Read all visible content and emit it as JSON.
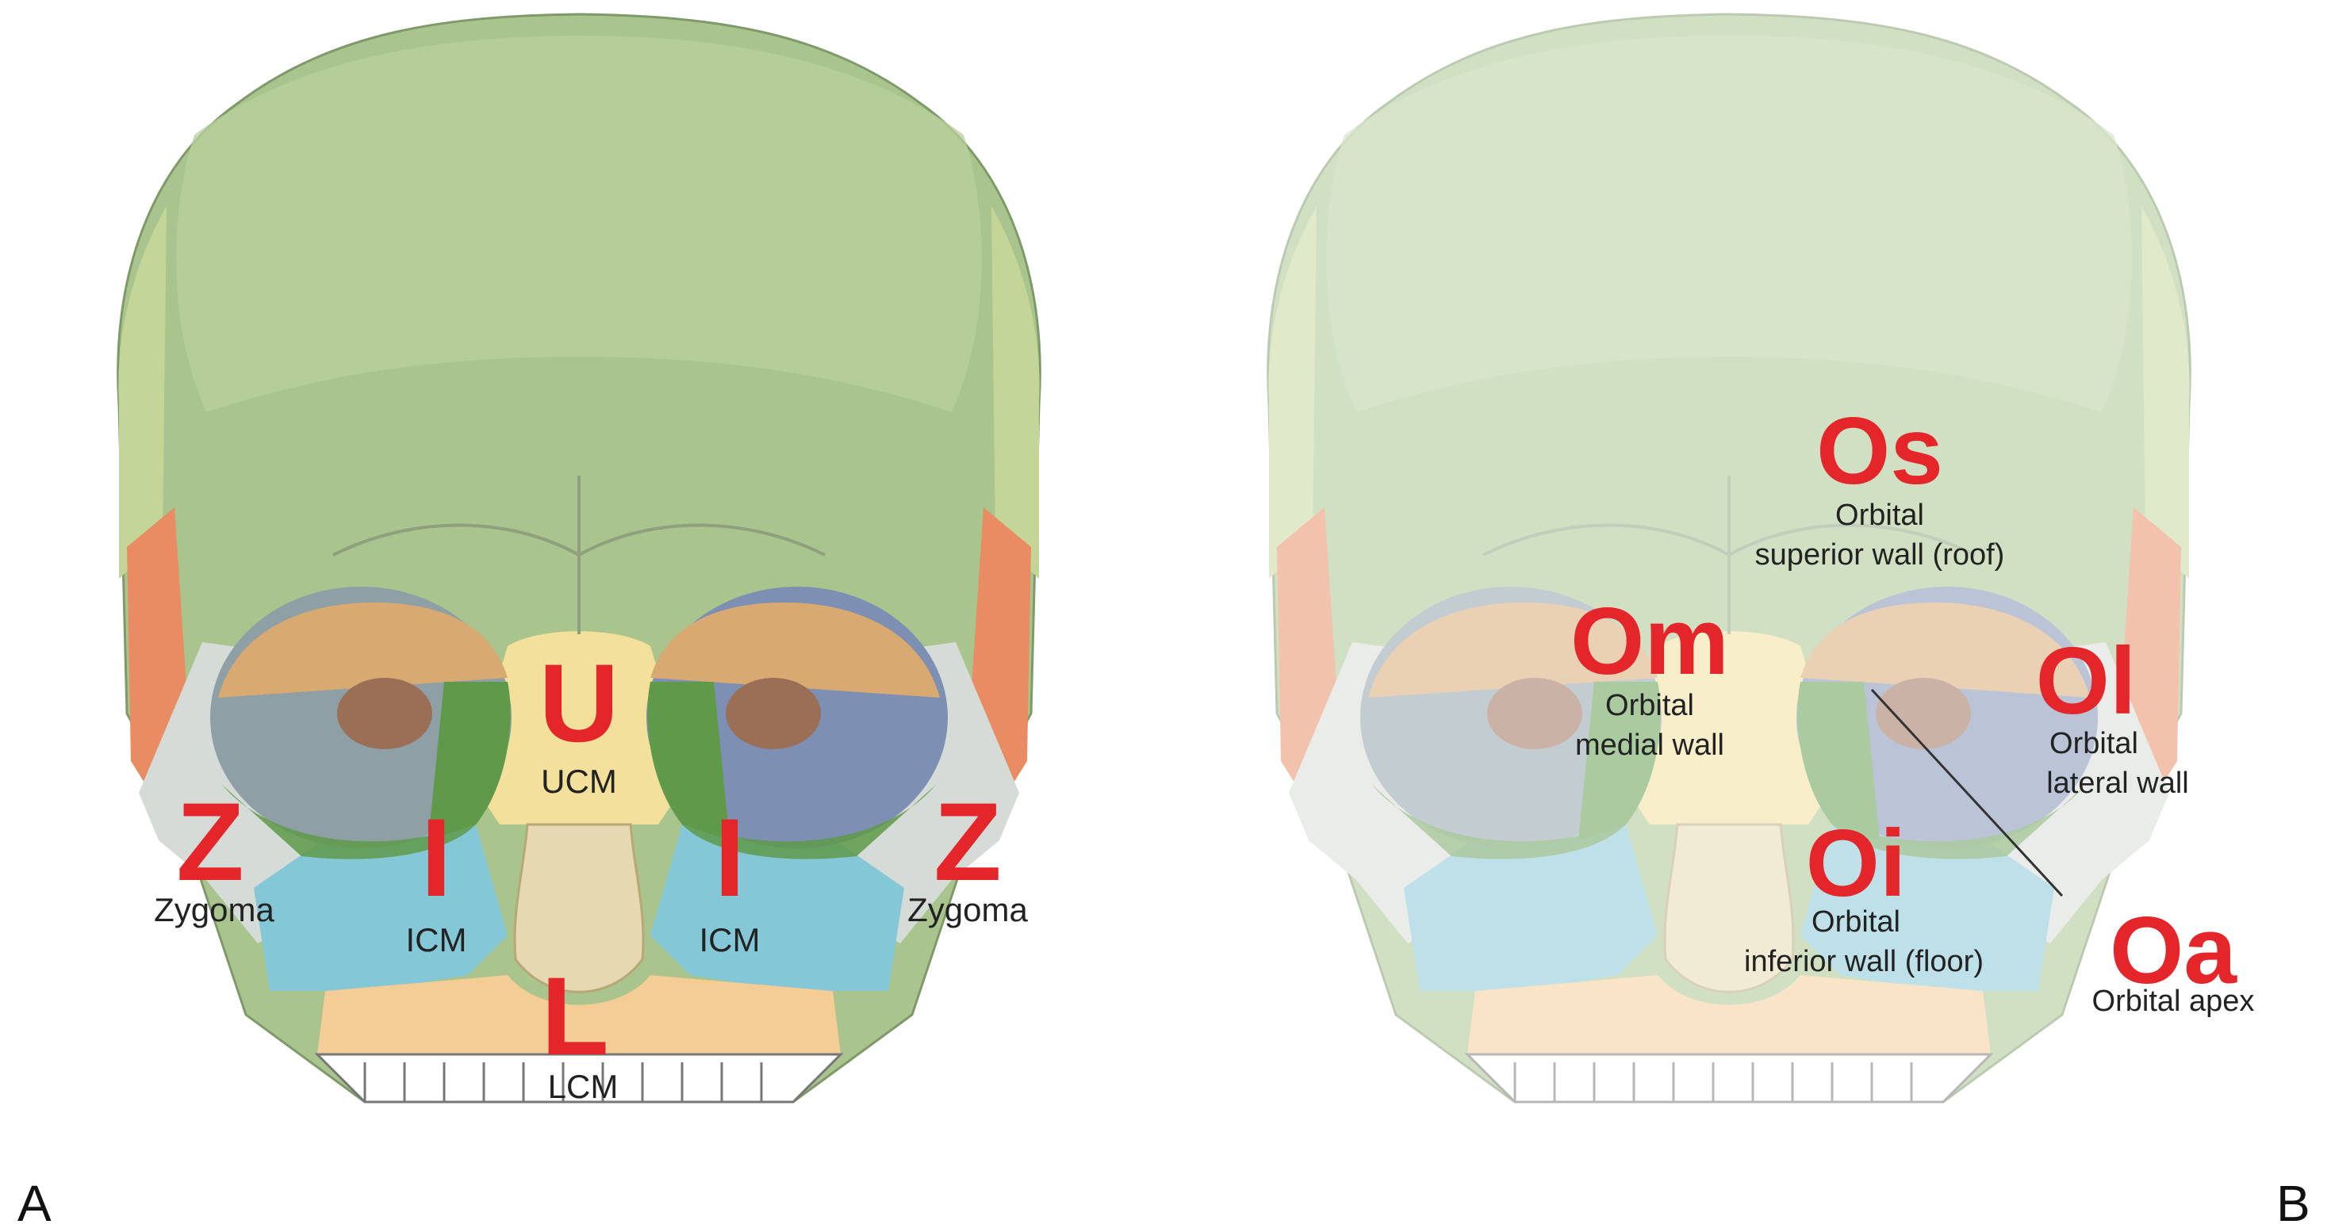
{
  "panels": {
    "a": {
      "panel_label": "A",
      "labels": {
        "ucm": {
          "letter": "U",
          "name": "UCM"
        },
        "lcm": {
          "letter": "L",
          "name": "LCM"
        },
        "icm_right": {
          "letter": "I",
          "name": "ICM"
        },
        "icm_left": {
          "letter": "I",
          "name": "ICM"
        },
        "zygoma_right": {
          "letter": "Z",
          "name": "Zygoma"
        },
        "zygoma_left": {
          "letter": "Z",
          "name": "Zygoma"
        }
      }
    },
    "b": {
      "panel_label": "B",
      "labels": {
        "os": {
          "letter": "Os",
          "line1": "Orbital",
          "line2": "superior wall (roof)"
        },
        "om": {
          "letter": "Om",
          "line1": "Orbital",
          "line2": "medial wall"
        },
        "ol": {
          "letter": "Ol",
          "line1": "Orbital",
          "line2": "lateral wall"
        },
        "oi": {
          "letter": "Oi",
          "line1": "Orbital",
          "line2": "inferior wall (floor)"
        },
        "oa": {
          "letter": "Oa",
          "line1": "Orbital apex"
        }
      }
    }
  },
  "colors": {
    "label_red": "#e4262b",
    "frontal_green": "#a9c48c",
    "parietal_green": "#c4d598",
    "temporal_orange": "#e98c63",
    "zygoma_gray": "#d5dbd6",
    "maxilla_cyan": "#84c7d6",
    "nasal_yellow": "#f3e09a",
    "mandible_peach": "#f4cc96",
    "orbit_roof_tan": "#d8a970",
    "orbit_medial_green": "#5e9a49",
    "orbit_lateral_blue": "#7d8fb2",
    "apex_brown": "#9a6f56"
  }
}
